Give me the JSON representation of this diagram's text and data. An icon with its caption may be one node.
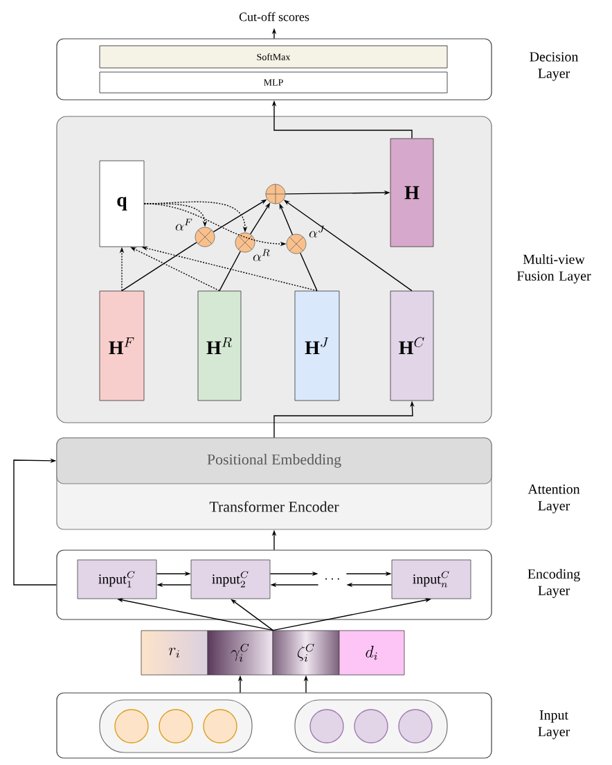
{
  "diagram": {
    "nodes": [
      {
        "text": [
          "Cut-off scores"
        ]
      },
      {
        "text": [],
        "shape": "box",
        "beside": [
          "Decision Layer"
        ]
      },
      {
        "text": [
          "SoftMax"
        ],
        "in": 1
      },
      {
        "text": [
          "MLP"
        ],
        "in": 1
      },
      {
        "text": [],
        "shape": "box",
        "beside": [
          "Multi-view Fusion Layer"
        ]
      },
      {
        "text": [
          "\\mathbf{q}"
        ],
        "in": 4
      },
      {
        "text": [
          "\\mathbf{H}"
        ],
        "in": 4
      },
      {
        "text": [],
        "shape": "circle",
        "in": 4
      },
      {
        "text": [],
        "shape": "circle",
        "in": 4,
        "beside": [
          "\\alpha^F"
        ]
      },
      {
        "text": [],
        "shape": "circle",
        "in": 4,
        "beside": [
          "\\alpha^R"
        ]
      },
      {
        "text": [],
        "shape": "circle",
        "in": 4,
        "beside": [
          "\\alpha^J"
        ]
      },
      {
        "text": [
          "\\mathbf{H}^F"
        ],
        "in": 4
      },
      {
        "text": [
          "\\mathbf{H}^R"
        ],
        "in": 4
      },
      {
        "text": [
          "\\mathbf{H}^J"
        ],
        "in": 4
      },
      {
        "text": [
          "\\mathbf{H}^C"
        ],
        "in": 4
      },
      {
        "text": [],
        "shape": "box",
        "beside": [
          "Attention Layer"
        ]
      },
      {
        "text": [
          "Positional Embedding"
        ],
        "in": 15
      },
      {
        "text": [
          "Transformer Encoder"
        ],
        "in": 15
      },
      {
        "text": [],
        "shape": "box",
        "beside": [
          "Encoding Layer"
        ]
      },
      {
        "text": [
          "\\mathrm{input}_1^C"
        ],
        "in": 18
      },
      {
        "text": [
          "\\mathrm{input}_2^C"
        ],
        "in": 18
      },
      {
        "text": [
          "\\cdots"
        ],
        "in": 18
      },
      {
        "text": [
          "\\mathrm{input}_n^C"
        ],
        "in": 18
      },
      {
        "text": [
          "r_i"
        ]
      },
      {
        "text": [
          "\\gamma_i^C"
        ]
      },
      {
        "text": [
          "\\zeta_i^C"
        ]
      },
      {
        "text": [
          "d_i"
        ]
      },
      {
        "text": [],
        "shape": "box",
        "beside": [
          "Input Layer"
        ]
      },
      {
        "text": [],
        "shape": "box",
        "in": 27
      },
      {
        "text": [],
        "shape": "circle",
        "in": 28
      },
      {
        "text": [],
        "shape": "circle",
        "in": 28
      },
      {
        "text": [],
        "shape": "circle",
        "in": 28
      },
      {
        "text": [],
        "shape": "box",
        "in": 27
      },
      {
        "text": [],
        "shape": "circle",
        "in": 32
      },
      {
        "text": [],
        "shape": "circle",
        "in": 32
      },
      {
        "text": [],
        "shape": "circle",
        "in": 32
      }
    ],
    "edges": [
      {
        "from": 1,
        "to": 0,
        "arrow": "to"
      },
      {
        "from": 6,
        "to": 1,
        "arrow": "to"
      },
      {
        "from": 7,
        "to": 6,
        "arrow": "to"
      },
      {
        "from": 8,
        "to": 7,
        "arrow": "to"
      },
      {
        "from": 9,
        "to": 7,
        "arrow": "to"
      },
      {
        "from": 10,
        "to": 7,
        "arrow": "to"
      },
      {
        "from": 11,
        "to": 8,
        "arrow": "none"
      },
      {
        "from": 12,
        "to": 9,
        "arrow": "none"
      },
      {
        "from": 13,
        "to": 10,
        "arrow": "none"
      },
      {
        "from": 14,
        "to": 7,
        "arrow": "to"
      },
      {
        "from": 5,
        "to": 8,
        "arrow": "to",
        "style": "dashed"
      },
      {
        "from": 5,
        "to": 9,
        "arrow": "to",
        "style": "dashed"
      },
      {
        "from": 5,
        "to": 10,
        "arrow": "to",
        "style": "dashed"
      },
      {
        "from": 11,
        "to": 5,
        "arrow": "to",
        "style": "dashed"
      },
      {
        "from": 12,
        "to": 5,
        "arrow": "to",
        "style": "dashed"
      },
      {
        "from": 13,
        "to": 5,
        "arrow": "to",
        "style": "dashed"
      },
      {
        "from": 15,
        "to": 14,
        "arrow": "to"
      },
      {
        "from": 18,
        "to": 15,
        "arrow": "to"
      },
      {
        "from": 18,
        "to": 16,
        "arrow": "to"
      },
      {
        "from": 19,
        "to": 20,
        "arrow": "to"
      },
      {
        "from": 20,
        "to": 19,
        "arrow": "to"
      },
      {
        "from": 20,
        "to": 21,
        "arrow": "to"
      },
      {
        "from": 21,
        "to": 20,
        "arrow": "to"
      },
      {
        "from": 21,
        "to": 22,
        "arrow": "to"
      },
      {
        "from": 22,
        "to": 21,
        "arrow": "to"
      },
      {
        "from": 24,
        "to": 19,
        "arrow": "to"
      },
      {
        "from": 24,
        "to": 20,
        "arrow": "to"
      },
      {
        "from": 24,
        "to": 22,
        "arrow": "to"
      },
      {
        "from": 27,
        "to": 24,
        "arrow": "to"
      },
      {
        "from": 27,
        "to": 25,
        "arrow": "to"
      }
    ]
  }
}
